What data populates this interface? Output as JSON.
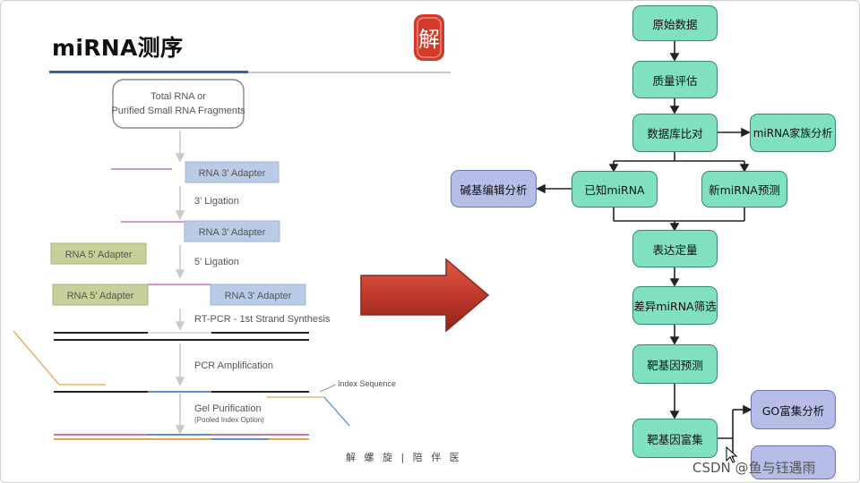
{
  "slide": {
    "title": "miRNA测序",
    "seal_char": "解",
    "footer": "解 螺 旋 | 陪 伴 医"
  },
  "left_diagram": {
    "start_box": [
      "Total RNA or",
      "Purified Small RNA Fragments"
    ],
    "adapter_3": "RNA 3' Adapter",
    "adapter_5": "RNA 5' Adapter",
    "steps": {
      "ligation_3": "3' Ligation",
      "ligation_5": "5' Ligation",
      "rt_pcr": "RT-PCR - 1st Strand Synthesis",
      "pcr_amp": "PCR Amplification",
      "gel": "Gel Purification",
      "gel_sub": "(Pooled Index Option)"
    },
    "index_label": "Index Sequence"
  },
  "flowchart": {
    "nodes": {
      "raw_data": "原始数据",
      "quality": "质量评估",
      "db_align": "数据库比对",
      "family": "miRNA家族分析",
      "known": "已知miRNA",
      "novel": "新miRNA预测",
      "base_edit": "碱基编辑分析",
      "expression": "表达定量",
      "diff": "差异miRNA筛选",
      "target": "靶基因预测",
      "enrich": "靶基因富集",
      "go": "GO富集分析"
    }
  },
  "watermark": "CSDN @鱼与钰遇雨",
  "colors": {
    "green_fill": "#7fe0c2",
    "blue_fill": "#b6bde6",
    "adapter_3_fill": "#b9cbe6",
    "adapter_5_fill": "#c5d09a",
    "big_arrow": "#c0392b"
  }
}
